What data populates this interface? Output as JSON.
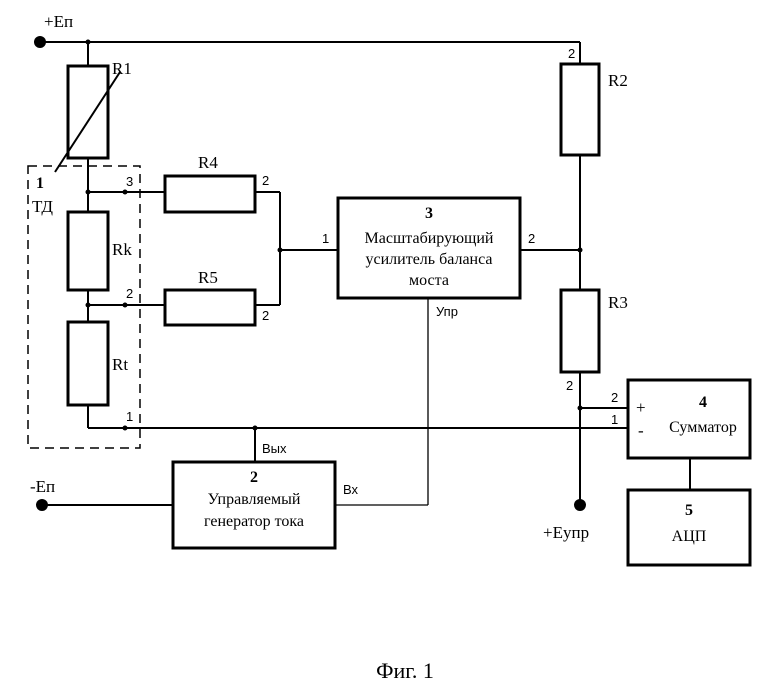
{
  "supply": {
    "pos": "+Еп",
    "neg": "-Еп",
    "ref": "+Еупр"
  },
  "resistors": {
    "r1": "R1",
    "r2": "R2",
    "r3": "R3",
    "r4": "R4",
    "r5": "R5",
    "rk": "Rk",
    "rt": "Rt"
  },
  "sensor": {
    "num": "1",
    "name": "ТД",
    "pin3": "3",
    "pin2": "2",
    "pin1": "1"
  },
  "pins": {
    "r2_top": "2",
    "r4_right": "2",
    "r5_right": "2",
    "amp_in": "1",
    "amp_out": "2",
    "r3_bottom": "2",
    "sum_plus_in": "2",
    "sum_minus_in": "1"
  },
  "block_amp": {
    "num": "3",
    "line1": "Масштабирующий",
    "line2": "усилитель баланса",
    "line3": "моста",
    "ctrl": "Упр"
  },
  "block_gen": {
    "num": "2",
    "line1": "Управляемый",
    "line2": "генератор тока",
    "out": "Вых",
    "in": "Вх"
  },
  "block_sum": {
    "num": "4",
    "name": "Сумматор",
    "plus": "+",
    "minus": "-"
  },
  "block_adc": {
    "num": "5",
    "name": "АЦП"
  },
  "caption": "Фиг. 1"
}
